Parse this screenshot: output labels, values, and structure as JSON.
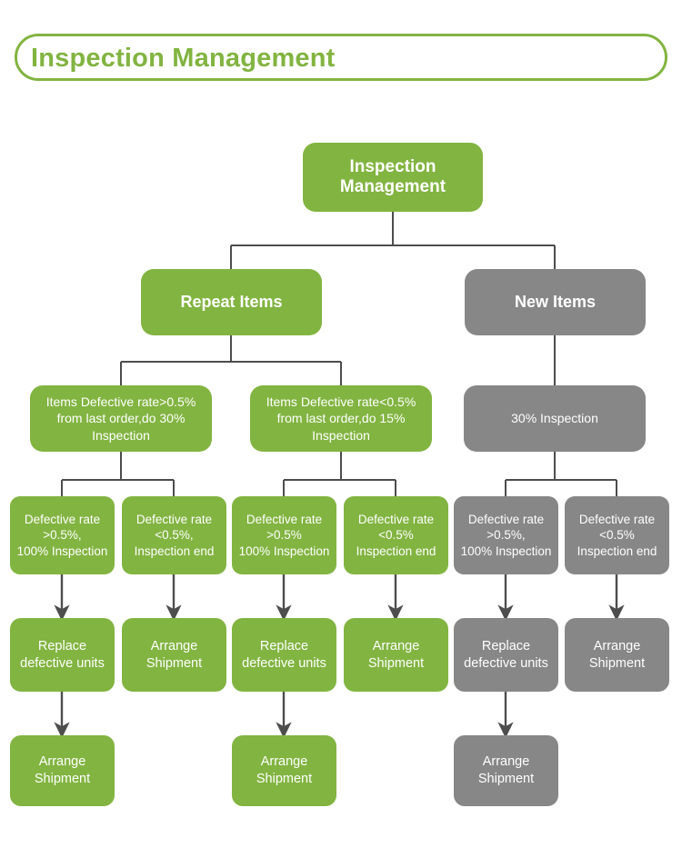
{
  "header": {
    "title": "Inspection Management"
  },
  "colors": {
    "green": "#82b441",
    "gray": "#878787",
    "connector": "#4d4d4d",
    "header_text": "#82b441",
    "node_text": "#ffffff",
    "background": "#ffffff"
  },
  "diagram": {
    "type": "flowchart",
    "root": {
      "label": "Inspection\nManagement",
      "color": "green"
    },
    "branches": [
      {
        "label": "Repeat Items",
        "color": "green",
        "conditions": [
          {
            "label": "Items Defective rate>0.5%\nfrom last order,do 30%\nInspection",
            "color": "green",
            "outcomes": [
              {
                "label": "Defective rate\n>0.5%,\n100% Inspection",
                "color": "green",
                "actions": [
                  {
                    "label": "Replace\ndefective units",
                    "color": "green"
                  },
                  {
                    "label": "Arrange\nShipment",
                    "color": "green"
                  }
                ]
              },
              {
                "label": "Defective rate\n<0.5%,\nInspection end",
                "color": "green",
                "actions": [
                  {
                    "label": "Arrange\nShipment",
                    "color": "green"
                  }
                ]
              }
            ]
          },
          {
            "label": "Items Defective rate<0.5%\nfrom last order,do 15%\nInspection",
            "color": "green",
            "outcomes": [
              {
                "label": "Defective rate\n>0.5%\n100% Inspection",
                "color": "green",
                "actions": [
                  {
                    "label": "Replace\ndefective units",
                    "color": "green"
                  },
                  {
                    "label": "Arrange\nShipment",
                    "color": "green"
                  }
                ]
              },
              {
                "label": "Defective rate\n<0.5%\nInspection end",
                "color": "green",
                "actions": [
                  {
                    "label": "Arrange\nShipment",
                    "color": "green"
                  }
                ]
              }
            ]
          }
        ]
      },
      {
        "label": "New Items",
        "color": "gray",
        "conditions": [
          {
            "label": "30% Inspection",
            "color": "gray",
            "outcomes": [
              {
                "label": "Defective rate\n>0.5%,\n100% Inspection",
                "color": "gray",
                "actions": [
                  {
                    "label": "Replace\ndefective units",
                    "color": "gray"
                  },
                  {
                    "label": "Arrange\nShipment",
                    "color": "gray"
                  }
                ]
              },
              {
                "label": "Defective rate\n<0.5%\nInspection end",
                "color": "gray",
                "actions": [
                  {
                    "label": "Arrange\nShipment",
                    "color": "gray"
                  }
                ]
              }
            ]
          }
        ]
      }
    ],
    "nodes": {
      "root": "Inspection\nManagement",
      "repeat_items": "Repeat Items",
      "new_items": "New Items",
      "cond_repeat_high": "Items Defective rate>0.5%\nfrom last order,do 30%\nInspection",
      "cond_repeat_low": "Items Defective rate<0.5%\nfrom last order,do 15%\nInspection",
      "cond_new": "30% Inspection",
      "out_1": "Defective rate\n>0.5%,\n100% Inspection",
      "out_2": "Defective rate\n<0.5%,\nInspection end",
      "out_3": "Defective rate\n>0.5%\n100% Inspection",
      "out_4": "Defective rate\n<0.5%\nInspection end",
      "out_5": "Defective rate\n>0.5%,\n100% Inspection",
      "out_6": "Defective rate\n<0.5%\nInspection end",
      "act_1": "Replace\ndefective units",
      "act_2": "Arrange\nShipment",
      "act_3": "Replace\ndefective units",
      "act_4": "Arrange\nShipment",
      "act_5": "Replace\ndefective units",
      "act_6": "Arrange\nShipment",
      "ship_1": "Arrange\nShipment",
      "ship_2": "Arrange\nShipment",
      "ship_3": "Arrange\nShipment"
    }
  }
}
